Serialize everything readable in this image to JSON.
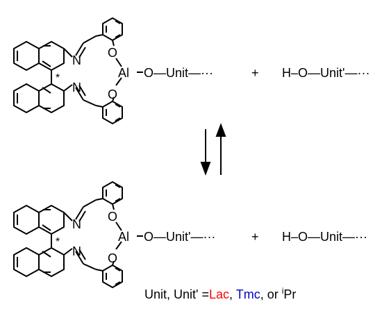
{
  "colors": {
    "bond": "#000000",
    "lac": "#ff0000",
    "tmc": "#0000cc"
  },
  "top": {
    "n_upper": "N",
    "n_lower": "N",
    "o_upper": "O",
    "o_lower": "O",
    "al": "Al",
    "chiral_mark": "*",
    "chain": "O—Unit—···",
    "plus": "+",
    "reactant": "H–O—Unit'—···"
  },
  "bottom": {
    "n_upper": "N",
    "n_lower": "N",
    "o_upper": "O",
    "o_lower": "O",
    "al": "Al",
    "chiral_mark": "*",
    "chain": "O—Unit'—···",
    "plus": "+",
    "reactant": "H–O—Unit—···"
  },
  "caption": {
    "prefix": "Unit, Unit' =",
    "lac": "Lac",
    "sep1": ", ",
    "tmc": "Tmc",
    "sep2": ", or ",
    "iso_sup": "i",
    "iso": "Pr"
  },
  "icons": [
    "equilibrium-arrows-icon"
  ]
}
